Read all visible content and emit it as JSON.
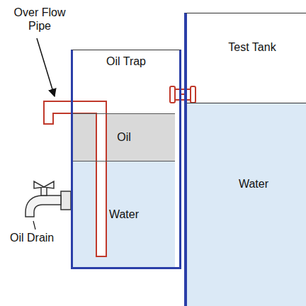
{
  "diagram": {
    "nodes": [
      {
        "text": [
          "Oil Trap"
        ]
      },
      {
        "text": [
          "Oil"
        ],
        "in": 0
      },
      {
        "text": [
          "Water"
        ],
        "in": 0
      },
      {
        "text": [
          "Test Tank"
        ]
      },
      {
        "text": [
          "Water"
        ],
        "in": 3
      }
    ],
    "edges": [
      {
        "from": 0,
        "to": 3,
        "arrow": "none"
      }
    ],
    "labels": [
      "Over Flow Pipe",
      "Oil Drain"
    ]
  }
}
